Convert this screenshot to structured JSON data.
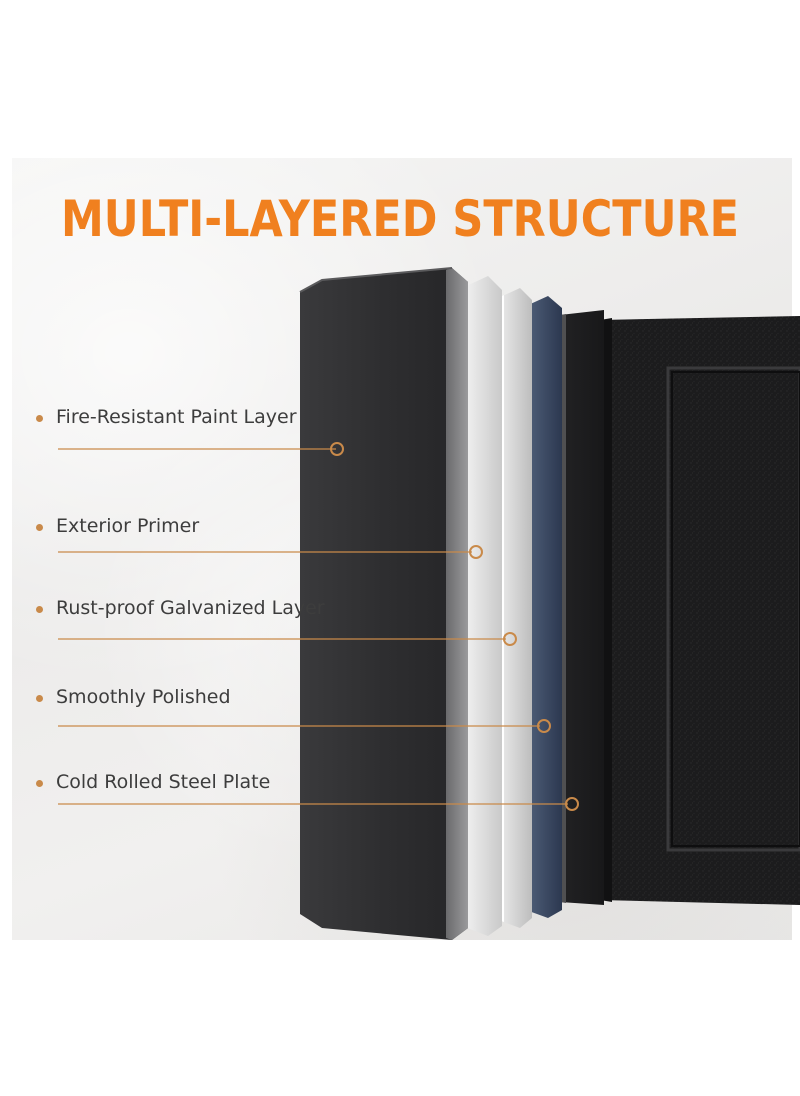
{
  "title": "MULTI-LAYERED STRUCTURE",
  "layers": [
    {
      "label": "Fire-Resistant Paint Layer"
    },
    {
      "label": "Exterior Primer"
    },
    {
      "label": "Rust-proof Galvanized Layer"
    },
    {
      "label": "Smoothly Polished"
    },
    {
      "label": "Cold Rolled Steel Plate"
    }
  ],
  "colors": {
    "title": "#f0801f",
    "accent": "#c98a4a",
    "label": "#3d3d3d"
  }
}
